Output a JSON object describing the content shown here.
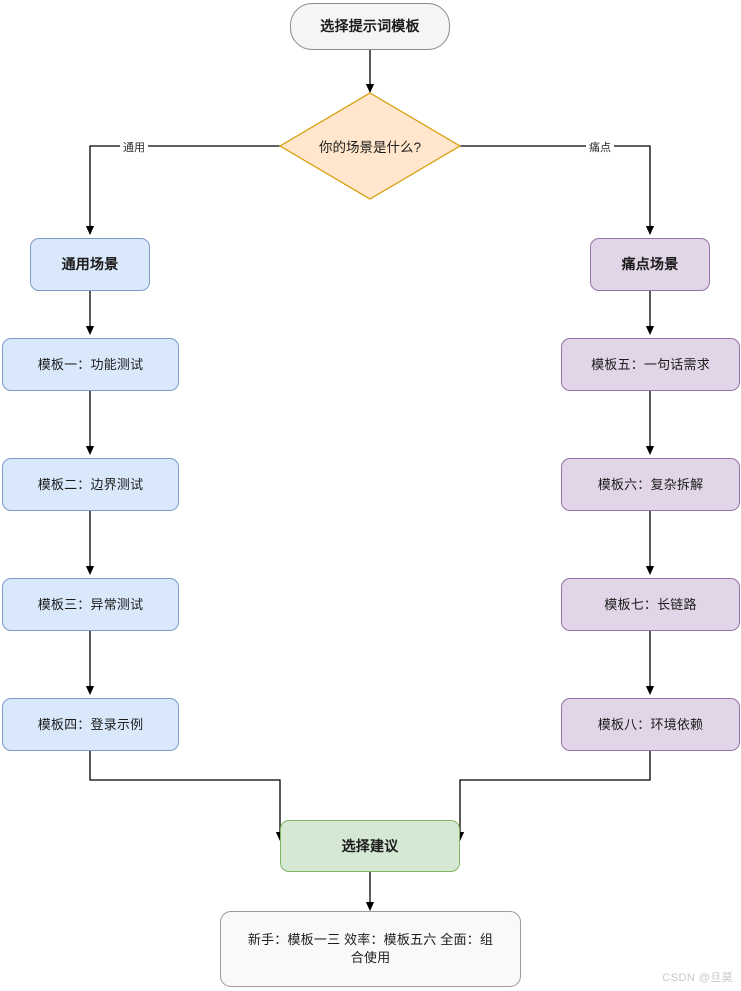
{
  "diagram": {
    "start": {
      "label": "选择提示词模板"
    },
    "decision": {
      "label": "你的场景是什么?"
    },
    "edge_labels": {
      "left": "通用",
      "right": "痛点"
    },
    "left_branch": {
      "head": "通用场景",
      "items": [
        "模板一：功能测试",
        "模板二：边界测试",
        "模板三：异常测试",
        "模板四：登录示例"
      ]
    },
    "right_branch": {
      "head": "痛点场景",
      "items": [
        "模板五：一句话需求",
        "模板六：复杂拆解",
        "模板七：长链路",
        "模板八：环境依赖"
      ]
    },
    "advice": {
      "label": "选择建议"
    },
    "note": {
      "label": "新手：模板一三 效率：模板五六 全面：组合使用"
    },
    "watermark": "CSDN @旦莫",
    "colors": {
      "start_fill": "#f5f5f5",
      "start_stroke": "#8a8a8a",
      "decision_fill": "#ffe6cc",
      "decision_stroke": "#d79b00",
      "blue_fill": "#dae8fc",
      "blue_stroke": "#7a9cc6",
      "purple_fill": "#e1d5e7",
      "purple_stroke": "#9673a6",
      "green_fill": "#d5e8d4",
      "green_stroke": "#82b366",
      "note_fill": "#f9f9f9",
      "note_stroke": "#9a9a9a",
      "connector": "#000000",
      "watermark": "#c9c9c9"
    }
  }
}
